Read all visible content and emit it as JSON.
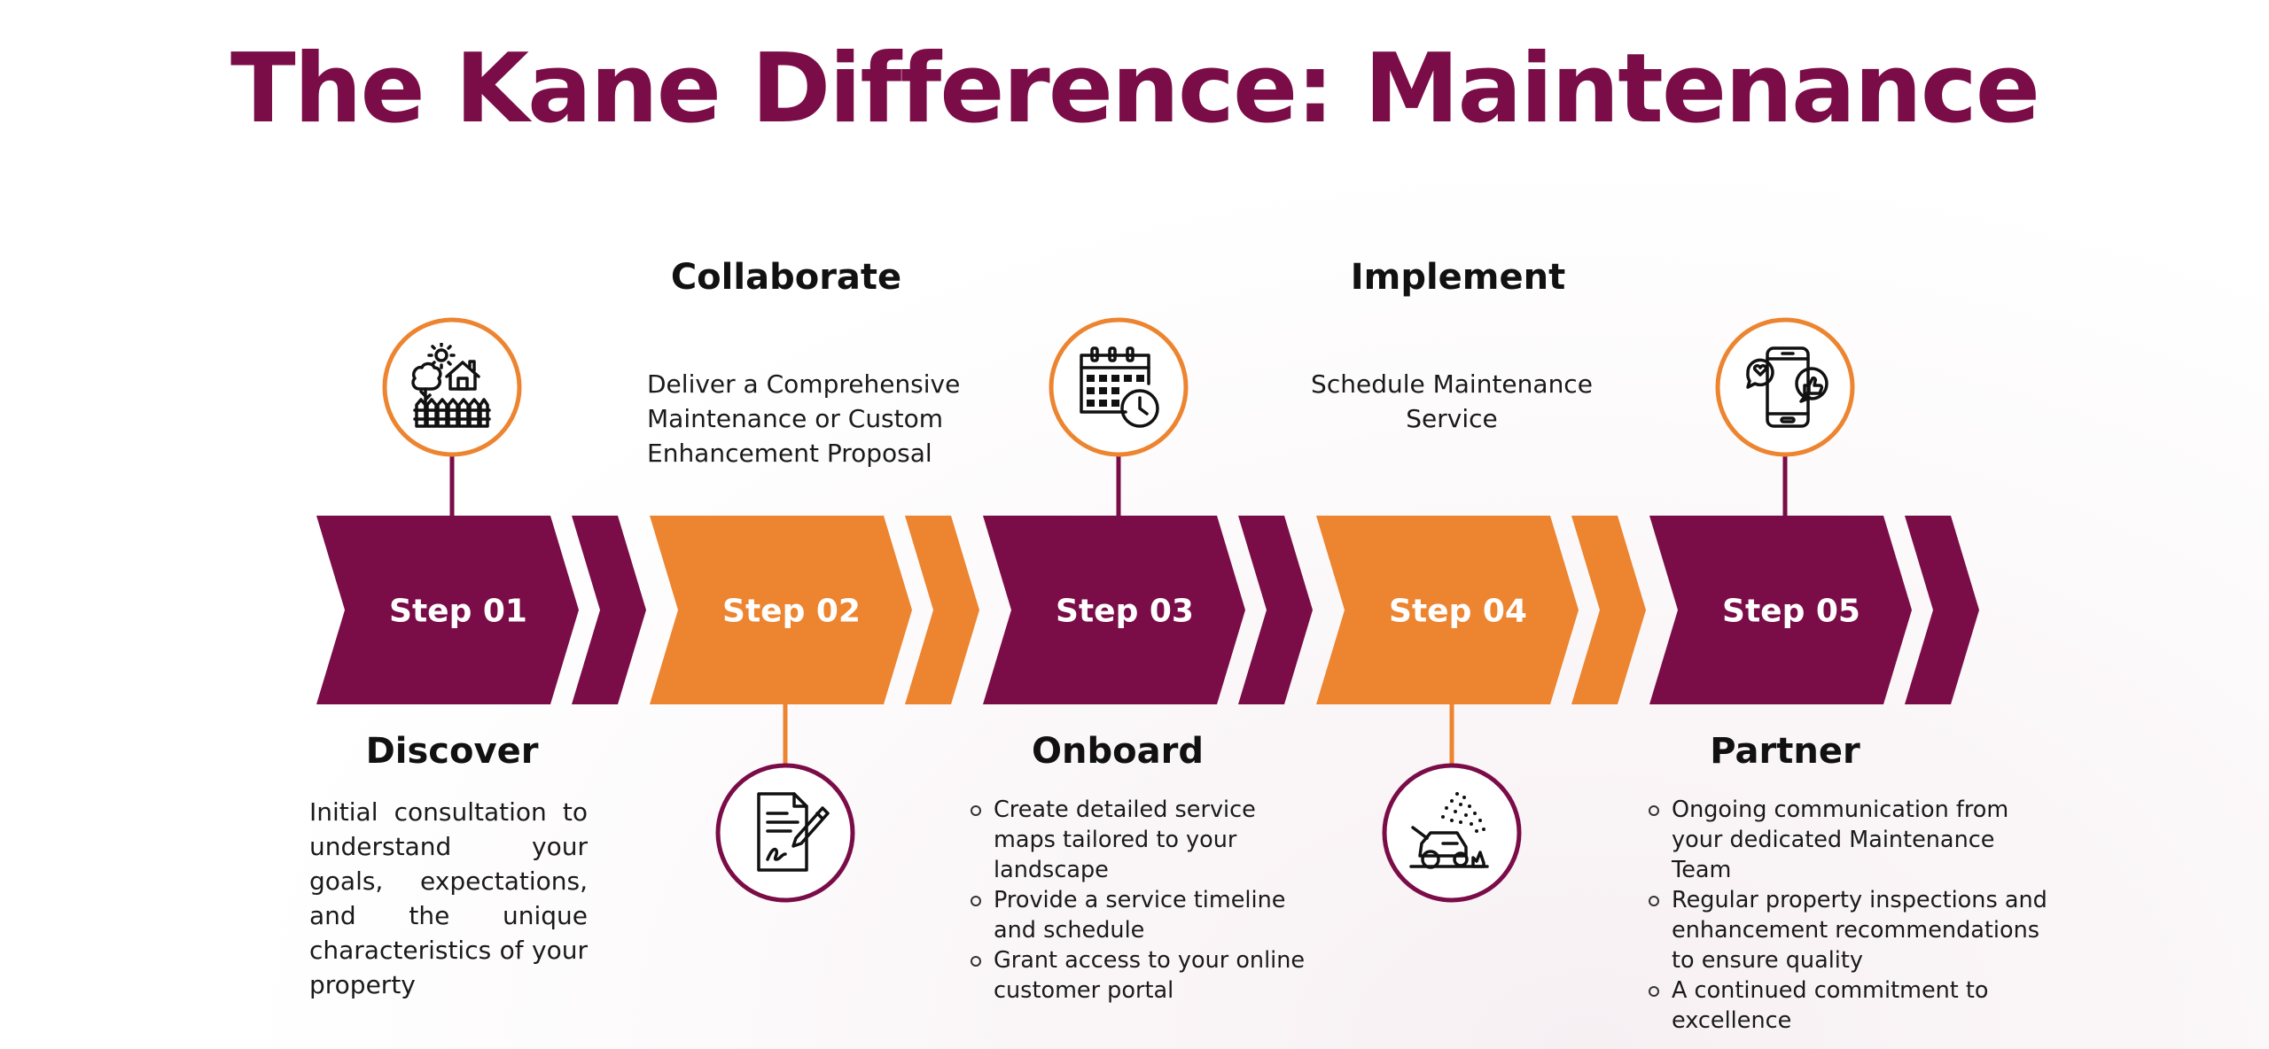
{
  "title": "The Kane Difference: Maintenance",
  "colors": {
    "plum": "#7a0c47",
    "orange": "#ec8430",
    "text": "#111111"
  },
  "steps": [
    {
      "label": "Step 01",
      "color": "plum",
      "name": "Discover",
      "icon": "house-tree-fence-icon",
      "icon_position": "top",
      "description": "Initial consultation to understand your goals, expectations, and the unique characteristics of your property"
    },
    {
      "label": "Step 02",
      "color": "orange",
      "name": "Collaborate",
      "icon": "contract-signature-icon",
      "icon_position": "bottom",
      "description": "Deliver a Comprehensive Maintenance or Custom Enhancement Proposal"
    },
    {
      "label": "Step 03",
      "color": "plum",
      "name": "Onboard",
      "icon": "calendar-clock-icon",
      "icon_position": "top",
      "bullets": [
        "Create detailed service maps tailored to your landscape",
        "Provide a service timeline and schedule",
        "Grant access to your online customer portal"
      ]
    },
    {
      "label": "Step 04",
      "color": "orange",
      "name": "Implement",
      "icon": "lawn-mower-icon",
      "icon_position": "bottom",
      "description": "Schedule Maintenance Service"
    },
    {
      "label": "Step 05",
      "color": "plum",
      "name": "Partner",
      "icon": "phone-chat-icon",
      "icon_position": "top",
      "bullets": [
        "Ongoing communication from your dedicated Maintenance Team",
        "Regular property inspections and enhancement recommendations to ensure quality",
        "A continued commitment to excellence"
      ]
    }
  ]
}
